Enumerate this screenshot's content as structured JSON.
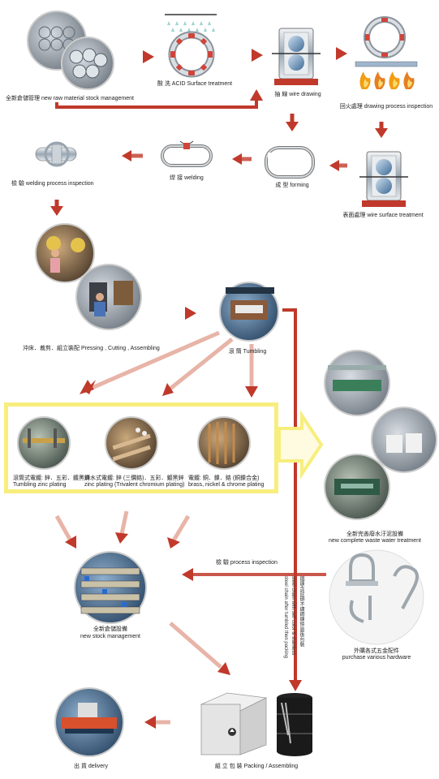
{
  "labels": {
    "raw_stock": "全新倉儲管理 new raw material stock management",
    "acid": "酸 洗 ACID Surface treatment",
    "wire_drawing": "抽 線 wire drawing",
    "annealing": "回火處理 drawing process inspection",
    "surface_treatment": "表面處理 wire surface treatment",
    "forming": "成 型 forming",
    "welding": "焊 接 welding",
    "welding_inspection": "檢 驗 welding process inspection",
    "pressing": "沖床．裁剪．組立裝配 Pressing , Cutting , Assembling",
    "tumbling": "滾 筒 Tumbling",
    "plating1_cn": "滾筒式電鍍: 鋅．五彩．鍍黑鋅",
    "plating1_en": "Tumbling zinc plating",
    "plating2_cn": "滴水式電鍍: 鋅 (三價鉻)．五彩．鍍黑鋅",
    "plating2_en": "zinc plating (Trivalent chromium plating)",
    "plating3_cn": "電鍍: 銅．鎳．鉻 (銅鎳合金)",
    "plating3_en": "brass, nickel & chrome plating",
    "waste_cn": "全新完善廢水汙泥設備",
    "waste_en": "new complete waste water treatment",
    "process_inspection": "檢 驗 process inspection",
    "hardware_cn": "外購各式五金配件",
    "hardware_en": "purchase various hardware",
    "new_stock_cn": "全新倉儲設備",
    "new_stock_en": "new stock management",
    "delivery": "出 貨 delivery",
    "packing": "組 立 包 裝 Packing / Assembling",
    "vertical1": "鐵鍊含鋅鐵/不鏽鋼鍊條/最後包裝",
    "vertical2": "steel chain with self color & stainless",
    "vertical3": "steel chain after tumbled then packing"
  },
  "colors": {
    "arrow_red": "#c0392b",
    "arrow_light": "#f1c4b8",
    "highlight_yellow": "#f7ee7d"
  }
}
